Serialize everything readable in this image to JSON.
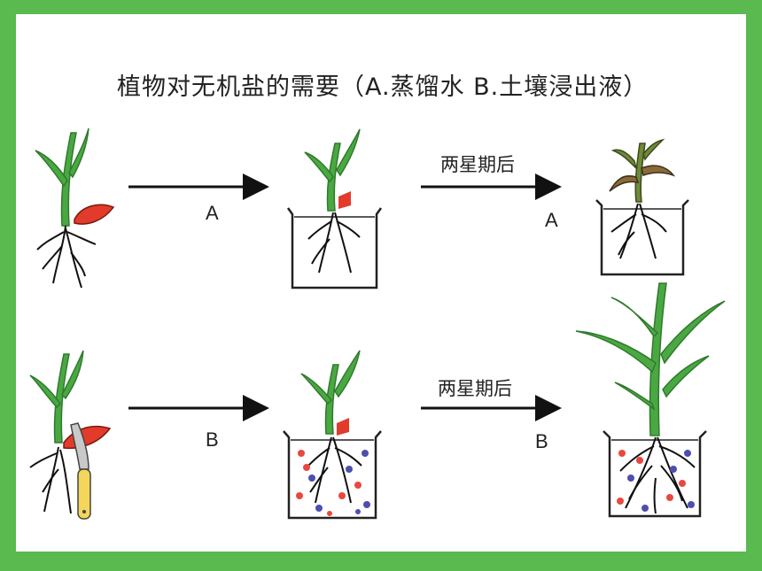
{
  "title": "植物对无机盐的需要（A.蒸馏水   B.土壤浸出液）",
  "row_a": {
    "arrow1_label": "A",
    "period_label": "两星期后",
    "arrow2_label": "A"
  },
  "row_b": {
    "arrow1_label": "B",
    "period_label": "两星期后",
    "arrow2_label": "B"
  },
  "colors": {
    "frame": "#5ab94f",
    "leaf": "#4aa842",
    "leaf_dark": "#2f7a2c",
    "seed": "#e23b2b",
    "wilted": "#8a6a3a",
    "nutrient_red": "#e8483f",
    "nutrient_blue": "#4c4fb0"
  }
}
